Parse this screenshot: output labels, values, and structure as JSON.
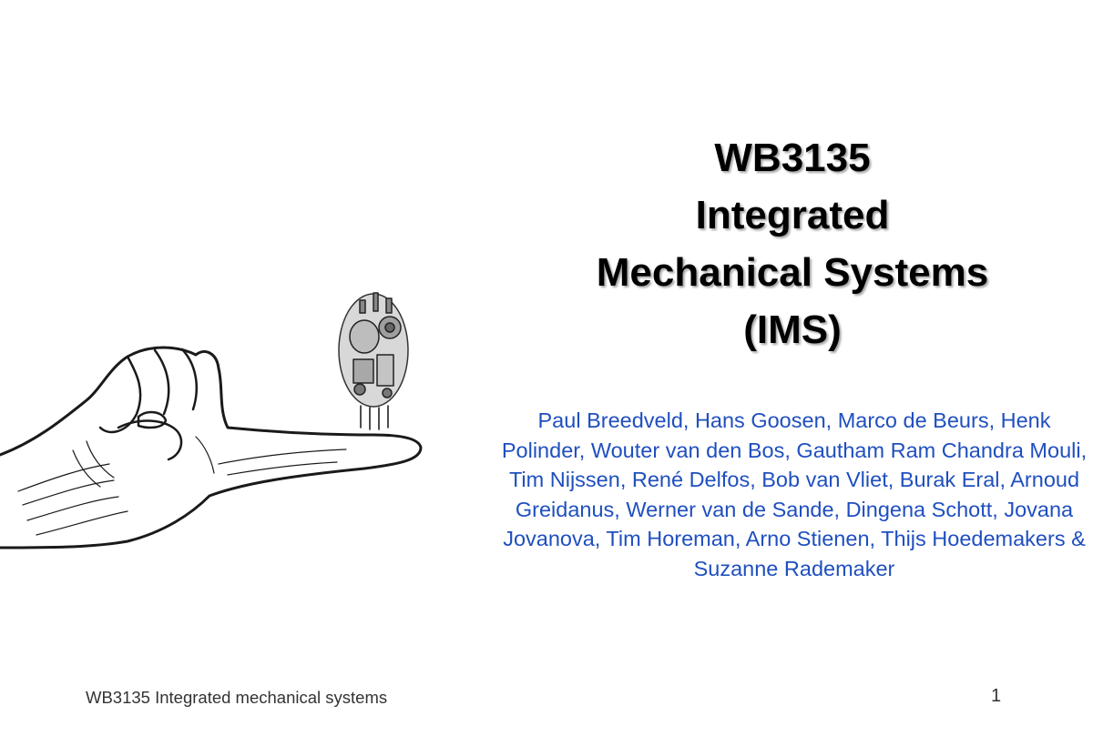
{
  "slide": {
    "title_lines": [
      "WB3135",
      "Integrated",
      "Mechanical Systems",
      "(IMS)"
    ],
    "authors": "Paul Breedveld, Hans Goosen, Marco de Beurs, Henk Polinder, Wouter van den Bos, Gautham Ram Chandra Mouli, Tim Nijssen, René Delfos, Bob van Vliet, Burak Eral, Arnoud Greidanus, Werner van de Sande, Dingena Schott, Jovana Jovanova, Tim Horeman, Arno Stienen, Thijs Hoedemakers & Suzanne Rademaker",
    "footer": "WB3135 Integrated mechanical systems",
    "page_number": "1"
  },
  "colors": {
    "title": "#000000",
    "authors": "#1f4fbf",
    "footer": "#333333"
  }
}
